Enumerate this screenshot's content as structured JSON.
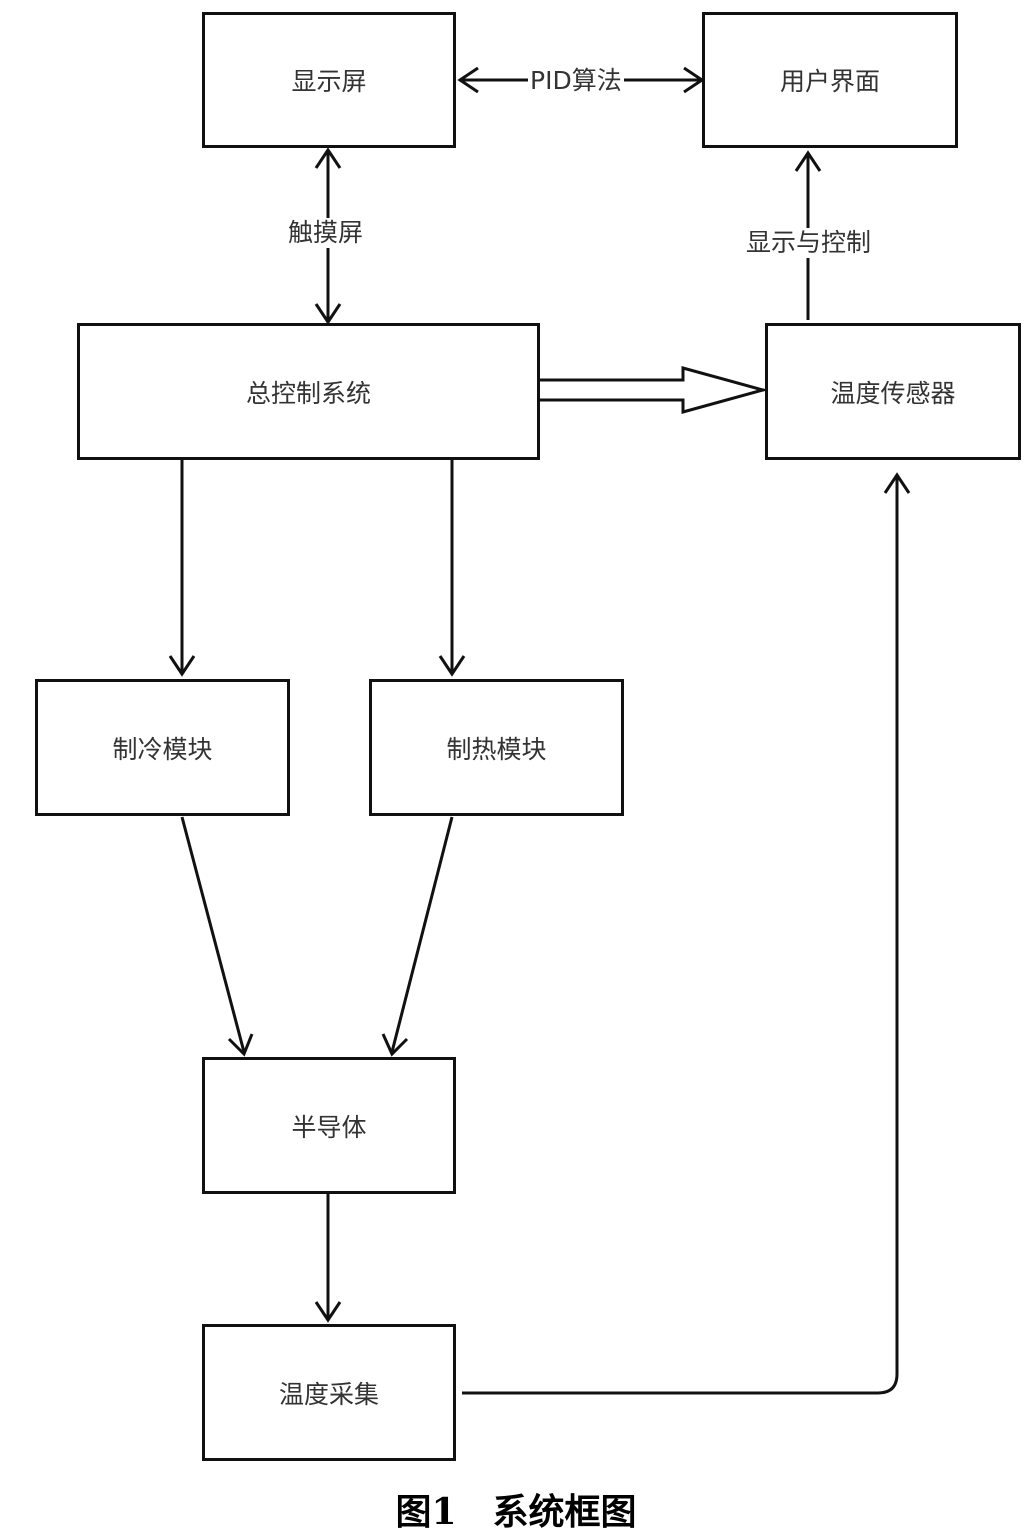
{
  "nodes": {
    "display": "显示屏",
    "ui": "用户界面",
    "controller": "总控制系统",
    "temp_sensor": "温度传感器",
    "cooling": "制冷模块",
    "heating": "制热模块",
    "semiconductor": "半导体",
    "temp_collect": "温度采集"
  },
  "edges": {
    "display_ui": "PID算法",
    "display_controller": "触摸屏",
    "sensor_ui": "显示与控制"
  },
  "caption": "图1　系统框图"
}
